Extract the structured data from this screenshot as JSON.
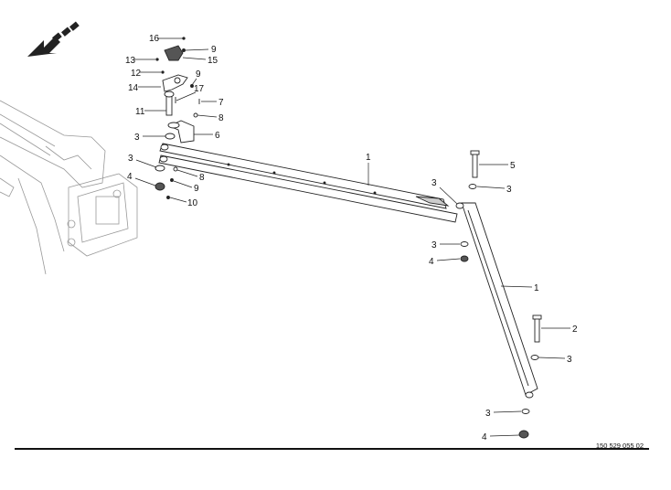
{
  "drawing_number": "150 529 055 02",
  "callouts": [
    "16",
    "9",
    "13",
    "15",
    "12",
    "9",
    "14",
    "17",
    "11",
    "7",
    "8",
    "3",
    "6",
    "3",
    "8",
    "4",
    "9",
    "10",
    "1",
    "5",
    "3",
    "3",
    "3",
    "4",
    "1",
    "2",
    "3",
    "3",
    "4"
  ],
  "icons": [
    "direction-arrow-icon"
  ]
}
